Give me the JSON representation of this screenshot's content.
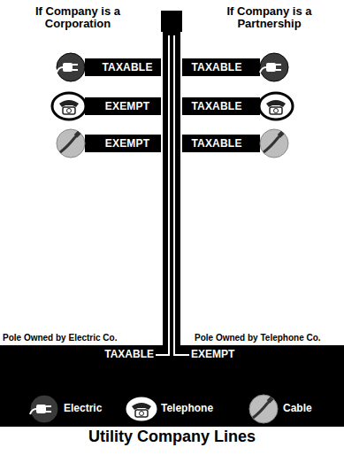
{
  "diagram": {
    "title": "Utility Company Lines",
    "nodes": [
      {
        "text": [
          "TAXABLE"
        ]
      },
      {
        "text": [
          "TAXABLE"
        ]
      },
      {
        "text": [
          "EXEMPT"
        ]
      },
      {
        "text": [
          "TAXABLE"
        ]
      },
      {
        "text": [
          "EXEMPT"
        ]
      },
      {
        "text": [
          "TAXABLE"
        ]
      }
    ],
    "labels": [
      "If Company is a Corporation",
      "If Company is a Partnership",
      "Pole Owned by Electric Co.",
      "Pole Owned by Telephone Co.",
      "TAXABLE",
      "EXEMPT",
      "Electric",
      "Telephone",
      "Cable"
    ]
  }
}
